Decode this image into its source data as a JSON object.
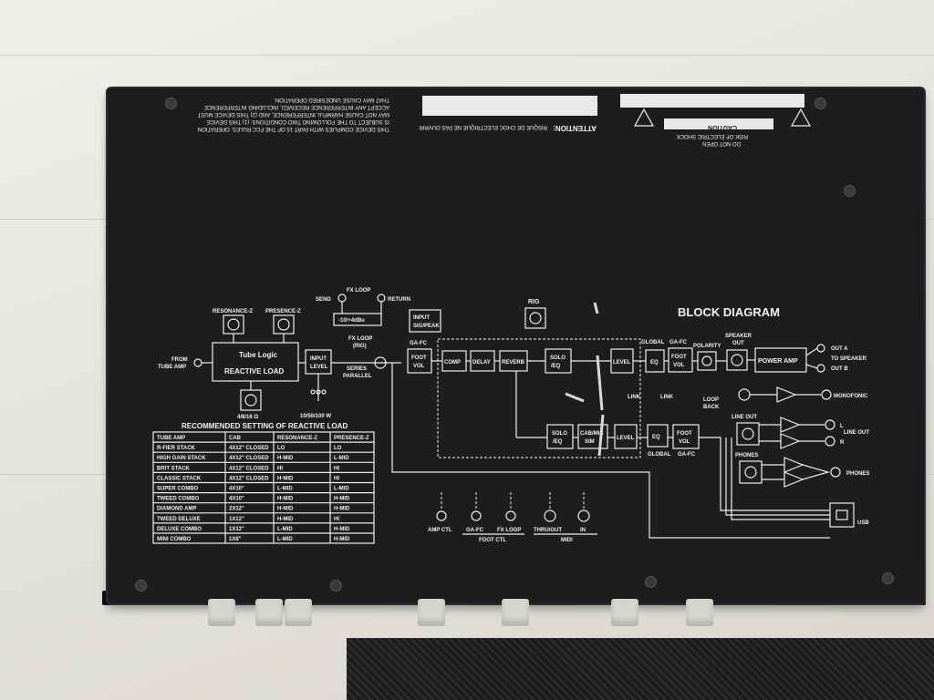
{
  "diagram": {
    "title": "BLOCK DIAGRAM",
    "blocks": {
      "tube_logic": "Tube Logic",
      "reactive_load": "REACTIVE LOAD",
      "resonance_z": "RESONANCE-Z",
      "presence_z": "PRESENCE-Z",
      "from_tube_amp_1": "FROM",
      "from_tube_amp_2": "TUBE AMP",
      "ohm": "4/8/16 Ω",
      "input_level_1": "INPUT",
      "input_level_2": "LEVEL",
      "watts": "10/50/100 W",
      "send": "SEND",
      "fx_loop": "FX LOOP",
      "return": "RETURN",
      "dbu": "-10/+4dBu",
      "fx_loop_rig_1": "FX LOOP",
      "fx_loop_rig_2": "(RIG)",
      "series_parallel_1": "SERIES",
      "series_parallel_2": "PARALLEL",
      "input_sig_1": "INPUT",
      "input_sig_2": "SIG/PEAK",
      "ga_fc": "GA-FC",
      "foot_vol_1": "FOOT",
      "foot_vol_2": "VOL",
      "rig": "RIG",
      "comp": "COMP",
      "delay": "DELAY",
      "reverb": "REVERB",
      "solo_eq_1": "SOLO",
      "solo_eq_2": "/EQ",
      "level": "LEVEL",
      "global": "GLOBAL",
      "eq": "EQ",
      "polarity": "POLARITY",
      "speaker_out_1": "SPEAKER",
      "speaker_out_2": "OUT",
      "power_amp": "POWER AMP",
      "out_a": "OUT A",
      "to_speaker": "TO SPEAKER",
      "out_b": "OUT B",
      "link": "LINK",
      "cab_mic_1": "CAB/MIC",
      "cab_mic_2": "SIM",
      "loop_back_1": "LOOP",
      "loop_back_2": "BACK",
      "line_out": "LINE OUT",
      "phones": "PHONES",
      "monofonic": "MONOFONIC",
      "line_out_right": "LINE OUT",
      "l": "L",
      "r": "R",
      "phones_out": "PHONES",
      "usb": "USB",
      "amp_ctl": "AMP CTL",
      "ga_fc_jack": "GA-FC",
      "fx_loop_jack": "FX LOOP",
      "thru_out": "THRU/OUT",
      "in": "IN",
      "foot_ctl": "FOOT CTL",
      "midi": "MIDI"
    }
  },
  "table": {
    "title": "RECOMMENDED SETTING OF REACTIVE LOAD",
    "headers": [
      "TUBE AMP",
      "CAB",
      "RESONANCE-Z",
      "PRESENCE-Z"
    ],
    "rows": [
      [
        "R-FIER STACK",
        "4X12\" CLOSED",
        "LO",
        "LO"
      ],
      [
        "HIGH GAIN STACK",
        "4X12\" CLOSED",
        "H-MID",
        "L-MID"
      ],
      [
        "BRIT STACK",
        "4X12\" CLOSED",
        "HI",
        "HI"
      ],
      [
        "CLASSIC STACK",
        "4X12\" CLOSED",
        "H-MID",
        "HI"
      ],
      [
        "SUPER COMBO",
        "4X10\"",
        "L-MID",
        "L-MID"
      ],
      [
        "TWEED COMBO",
        "4X10\"",
        "H-MID",
        "H-MID"
      ],
      [
        "DIAMOND AMP",
        "2X12\"",
        "H-MID",
        "H-MID"
      ],
      [
        "TWEED DELUXE",
        "1X12\"",
        "H-MID",
        "HI"
      ],
      [
        "DELUXE COMBO",
        "1X12\"",
        "L-MID",
        "H-MID"
      ],
      [
        "MINI COMBO",
        "1X8\"",
        "L-MID",
        "H-MID"
      ]
    ]
  },
  "labels": {
    "attention": "ATTENTION:",
    "attention_text": "RISQUE DE CHOC ELECTRIQUE NE PAS OUVRIR",
    "caution": "CAUTION",
    "caution_1": "RISK OF ELECTRIC SHOCK",
    "caution_2": "DO NOT OPEN",
    "fcc_1": "THIS DEVICE COMPLIES WITH PART 15 OF THE FCC RULES. OPERATION",
    "fcc_2": "IS SUBJECT TO THE FOLLOWING TWO CONDITIONS: (1) THIS DEVICE",
    "fcc_3": "MAY NOT CAUSE HARMFUL INTERFERENCE, AND (2) THIS DEVICE MUST",
    "fcc_4": "ACCEPT ANY INTERFERENCE RECEIVED, INCLUDING INTERFERENCE",
    "fcc_5": "THAT MAY CAUSE UNDESIRED OPERATION."
  }
}
